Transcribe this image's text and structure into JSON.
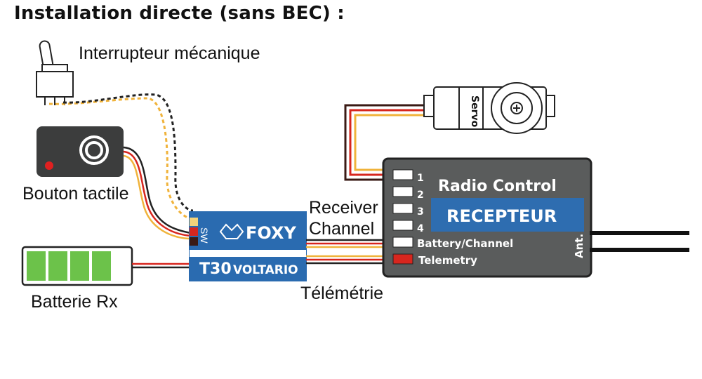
{
  "title": "Installation directe (sans BEC) :",
  "labels": {
    "switch": "Interrupteur mécanique",
    "touch_button": "Bouton tactile",
    "battery": "Batterie Rx",
    "receiver_channel_1": "Receiver",
    "receiver_channel_2": "Channel",
    "telemetry": "Télémétrie"
  },
  "servo": {
    "label": "Servo"
  },
  "module": {
    "sw_label": "SW",
    "brand": "FOXY",
    "model_prefix": "T30",
    "model_suffix": "VOLTARIO",
    "color": "#2a6bb0"
  },
  "receiver": {
    "title": "Radio Control",
    "name": "RECEPTEUR",
    "ports": [
      "1",
      "2",
      "3",
      "4"
    ],
    "battery_port": "Battery/Channel",
    "telemetry_port": "Telemetry",
    "antenna": "Ant.",
    "body_color": "#5a5c5c",
    "label_color": "#2e6db0",
    "telemetry_color": "#d7261e"
  },
  "battery": {
    "cells": 4,
    "cell_color": "#6cc24a"
  }
}
